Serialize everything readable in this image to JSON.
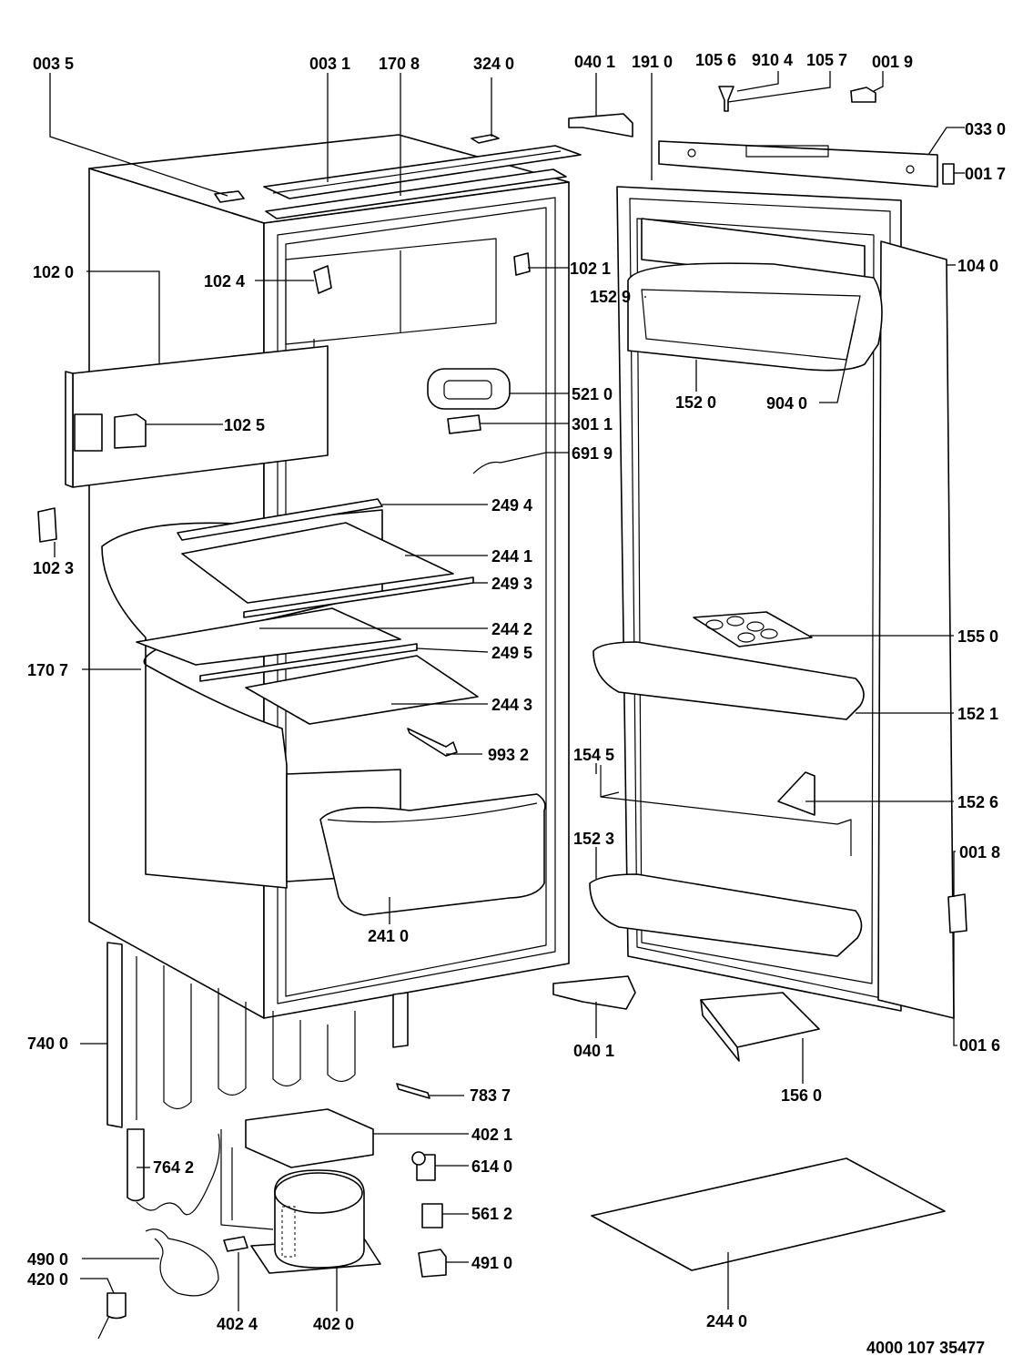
{
  "document_number": "4000 107 35477",
  "labels": {
    "l0035": "003 5",
    "l0031": "003 1",
    "l1708": "170 8",
    "l3240": "324 0",
    "l0401a": "040 1",
    "l1910": "191 0",
    "l1056": "105 6",
    "l9104": "910 4",
    "l1057": "105 7",
    "l0019": "001 9",
    "l0330": "033 0",
    "l0017": "001 7",
    "l1020": "102 0",
    "l1024": "102 4",
    "l1021": "102 1",
    "l1040": "104 0",
    "l1529": "152 9",
    "l5210": "521 0",
    "l1520": "152 0",
    "l9040": "904 0",
    "l1025": "102 5",
    "l3011": "301 1",
    "l6919": "691 9",
    "l2494": "249 4",
    "l1023": "102 3",
    "l2441": "244 1",
    "l2493": "249 3",
    "l2442": "244 2",
    "l2495": "249 5",
    "l1550": "155 0",
    "l1707": "170 7",
    "l2443": "244 3",
    "l1521": "152 1",
    "l9932": "993 2",
    "l1545": "154 5",
    "l1526": "152 6",
    "l1523": "152 3",
    "l0018": "001 8",
    "l2410": "241 0",
    "l0401b": "040 1",
    "l0016": "001 6",
    "l7400": "740 0",
    "l7837": "783 7",
    "l1560": "156 0",
    "l4021": "402 1",
    "l7642": "764 2",
    "l6140": "614 0",
    "l5612": "561 2",
    "l4900": "490 0",
    "l4910": "491 0",
    "l4200": "420 0",
    "l4024": "402 4",
    "l4020": "402 0",
    "l2440": "244 0"
  }
}
